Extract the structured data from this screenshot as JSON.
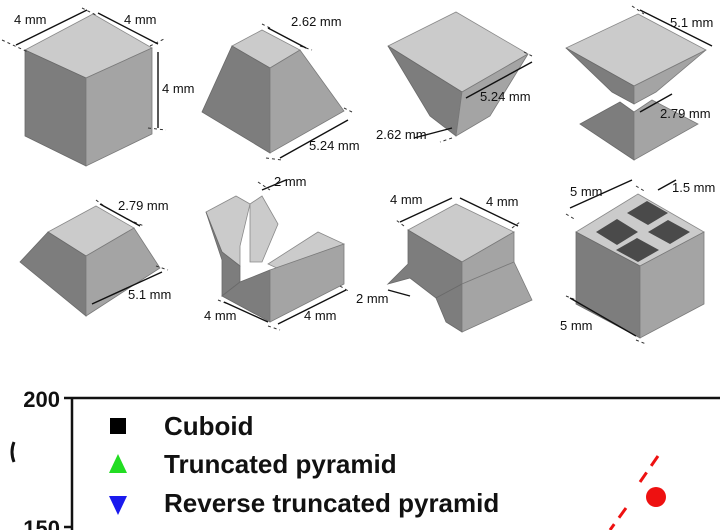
{
  "shapes": [
    {
      "name": "cuboid",
      "dims": [
        "4 mm",
        "4 mm",
        "4 mm"
      ]
    },
    {
      "name": "truncated-pyramid",
      "dims": [
        "2.62 mm",
        "5.24 mm"
      ]
    },
    {
      "name": "reverse-truncated-pyramid",
      "dims": [
        "5.24 mm",
        "2.62 mm"
      ]
    },
    {
      "name": "hourglass",
      "dims": [
        "5.1 mm",
        "2.79 mm"
      ]
    },
    {
      "name": "double-frustum",
      "dims": [
        "2.79 mm",
        "5.1 mm"
      ]
    },
    {
      "name": "v-notch-block",
      "dims": [
        "2 mm",
        "4 mm",
        "4 mm"
      ]
    },
    {
      "name": "stepped-block",
      "dims": [
        "4 mm",
        "4 mm",
        "2 mm"
      ]
    },
    {
      "name": "lattice-cube",
      "dims": [
        "5 mm",
        "1.5 mm",
        "5 mm"
      ]
    }
  ],
  "chart_data": {
    "type": "scatter",
    "y_ticks": [
      "200",
      "150"
    ],
    "legend": [
      {
        "label": "Cuboid",
        "marker": "square",
        "color": "#000000"
      },
      {
        "label": "Truncated pyramid",
        "marker": "triangle-up",
        "color": "#22dd22"
      },
      {
        "label": "Reverse truncated pyramid",
        "marker": "triangle-down",
        "color": "#1a1aee"
      }
    ],
    "series": [
      {
        "color": "#ee1111",
        "values": []
      }
    ]
  }
}
